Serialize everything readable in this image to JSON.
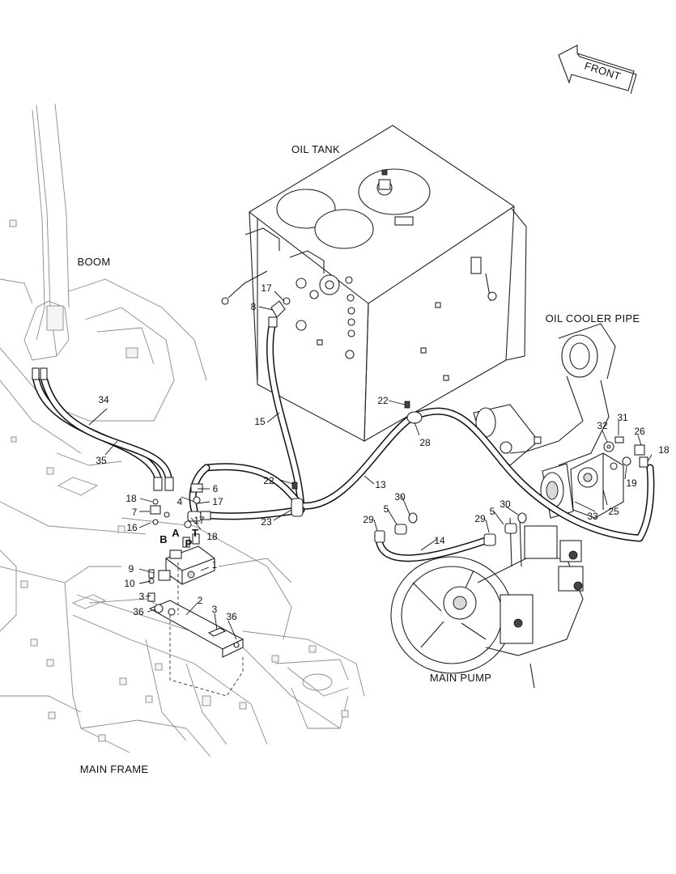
{
  "labels": {
    "front": "FRONT",
    "oil_tank": "OIL TANK",
    "boom": "BOOM",
    "oil_cooler_pipe": "OIL COOLER PIPE",
    "main_pump": "MAIN PUMP",
    "main_frame": "MAIN FRAME"
  },
  "port_letters": {
    "a": "A",
    "b": "B",
    "p": "P",
    "t": "T"
  },
  "callouts": {
    "c1": "1",
    "c2": "2",
    "c3a": "3",
    "c3b": "3",
    "c4": "4",
    "c5a": "5",
    "c5b": "5",
    "c6": "6",
    "c7": "7",
    "c8": "8",
    "c9": "9",
    "c10": "10",
    "c13": "13",
    "c14": "14",
    "c15": "15",
    "c16": "16",
    "c17a": "17",
    "c17b": "17",
    "c17c": "17",
    "c18a": "18",
    "c18b": "18",
    "c18c": "18",
    "c19": "19",
    "c22a": "22",
    "c22b": "22",
    "c23": "23",
    "c25": "25",
    "c26": "26",
    "c28": "28",
    "c29a": "29",
    "c29b": "29",
    "c30a": "30",
    "c30b": "30",
    "c31": "31",
    "c32": "32",
    "c33": "33",
    "c34": "34",
    "c35": "35",
    "c36a": "36",
    "c36b": "36"
  }
}
